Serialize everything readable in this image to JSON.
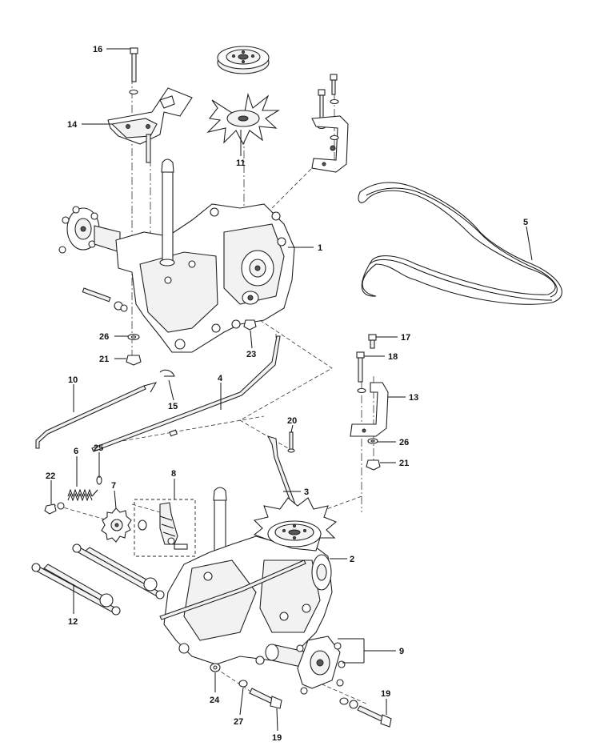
{
  "callouts": [
    {
      "id": "c16",
      "text": "16"
    },
    {
      "id": "c14",
      "text": "14"
    },
    {
      "id": "c11",
      "text": "11"
    },
    {
      "id": "c1",
      "text": "1"
    },
    {
      "id": "c5",
      "text": "5"
    },
    {
      "id": "c26a",
      "text": "26"
    },
    {
      "id": "c21a",
      "text": "21"
    },
    {
      "id": "c23",
      "text": "23"
    },
    {
      "id": "c17",
      "text": "17"
    },
    {
      "id": "c18",
      "text": "18"
    },
    {
      "id": "c13",
      "text": "13"
    },
    {
      "id": "c10",
      "text": "10"
    },
    {
      "id": "c4",
      "text": "4"
    },
    {
      "id": "c15",
      "text": "15"
    },
    {
      "id": "c20",
      "text": "20"
    },
    {
      "id": "c26b",
      "text": "26"
    },
    {
      "id": "c21b",
      "text": "21"
    },
    {
      "id": "c6",
      "text": "6"
    },
    {
      "id": "c25",
      "text": "25"
    },
    {
      "id": "c22",
      "text": "22"
    },
    {
      "id": "c7",
      "text": "7"
    },
    {
      "id": "c8",
      "text": "8"
    },
    {
      "id": "c3",
      "text": "3"
    },
    {
      "id": "c2",
      "text": "2"
    },
    {
      "id": "c12",
      "text": "12"
    },
    {
      "id": "c9",
      "text": "9"
    },
    {
      "id": "c24",
      "text": "24"
    },
    {
      "id": "c27",
      "text": "27"
    },
    {
      "id": "c19a",
      "text": "19"
    },
    {
      "id": "c19b",
      "text": "19"
    }
  ]
}
